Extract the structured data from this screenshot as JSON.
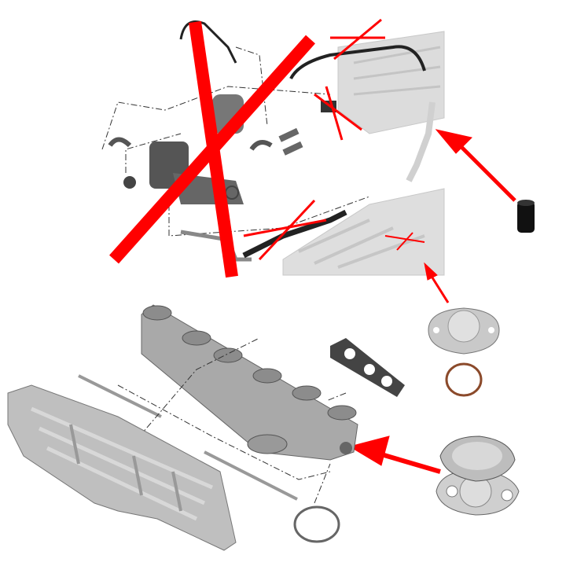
{
  "diagram": {
    "colors": {
      "background": "#ffffff",
      "strike": "#ff0000",
      "arrow": "#ff0000",
      "part_metal": "#b8b8b8",
      "part_dark": "#2a2a2a",
      "faded_engine": "#d9d9d9",
      "gasket_ring": "#8b4a2b"
    },
    "icons": [
      "egr-valve-assembly",
      "cross-out-mark",
      "blanking-cap",
      "blanking-plate",
      "o-ring",
      "exhaust-manifold",
      "heat-shield",
      "manifold-gasket"
    ]
  }
}
